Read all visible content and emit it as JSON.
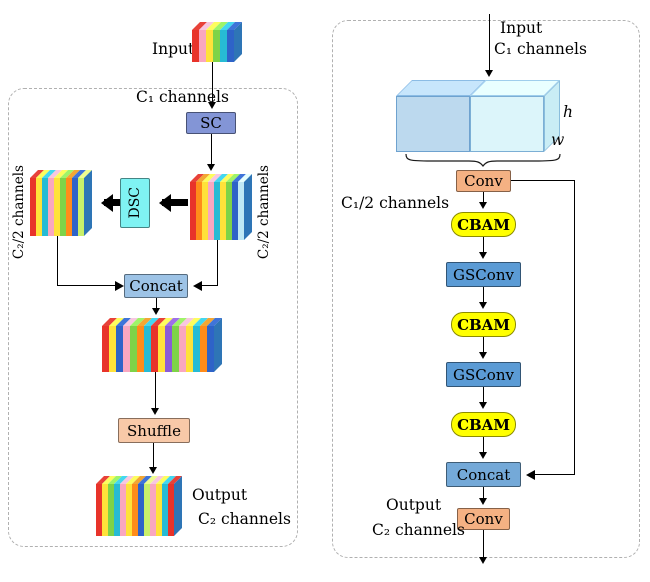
{
  "left": {
    "input_label": "Input",
    "c1_label": "C₁ channels",
    "sc_label": "SC",
    "dsc_label": "DSC",
    "left_branch_label": "C₂/2 channels",
    "right_branch_label": "C₂/2 channels",
    "concat_label": "Concat",
    "shuffle_label": "Shuffle",
    "output_label": "Output",
    "c2_label": "C₂ channels"
  },
  "right": {
    "input_label": "Input",
    "c1_label": "C₁ channels",
    "h_label": "h",
    "w_label": "w",
    "conv1_label": "Conv",
    "c1_half_label": "C₁/2 channels",
    "cbam_label": "CBAM",
    "gsconv_label": "GSConv",
    "concat_label": "Concat",
    "conv2_label": "Conv",
    "output_label": "Output",
    "c2_label": "C₂ channels"
  },
  "colors": {
    "sc_box": "#8395D6",
    "dsc_box": "#7FF3F3",
    "concat_left_box": "#9DC3E6",
    "shuffle_box": "#F8C9A8",
    "conv_box": "#F4B183",
    "cbam_box": "#FFFF00",
    "gsconv_box": "#5B9BD5",
    "concat_right_box": "#74A9D8",
    "cuboid_left": "#BCD9EE",
    "cuboid_right": "#DCF5FA",
    "cuboid_side": "#C9EDF5",
    "fmap_side": "#2E75B6"
  },
  "feature_maps": {
    "input": [
      "#E8332A",
      "#F9A7C0",
      "#FFE23A",
      "#7ED348",
      "#27BBD4",
      "#2E63C8"
    ],
    "branch_right": [
      "#E8332A",
      "#FF8C1A",
      "#FFE23A",
      "#F9A7C0",
      "#27BBD4",
      "#FFE23A",
      "#7ED348",
      "#2E63C8",
      "#BFE8F5"
    ],
    "branch_left": [
      "#E8332A",
      "#FFE23A",
      "#27BBD4",
      "#F9A7C0",
      "#FFE23A",
      "#7ED348",
      "#FF8C1A",
      "#2E63C8",
      "#C9F06A"
    ],
    "merged": [
      "#E8332A",
      "#FFE23A",
      "#2E63C8",
      "#F9A7C0",
      "#7ED348",
      "#FF8C1A",
      "#27BBD4",
      "#E8332A",
      "#FFE23A",
      "#8A5BD6",
      "#7ED348",
      "#F9A7C0",
      "#FFE23A",
      "#27BBD4",
      "#FF8C1A",
      "#2E63C8"
    ],
    "output": [
      "#E8332A",
      "#FFE23A",
      "#7ED348",
      "#27BBD4",
      "#F9A7C0",
      "#FFE23A",
      "#FF8C1A",
      "#2E63C8",
      "#C9F06A",
      "#F9A7C0",
      "#FFE23A",
      "#27BBD4",
      "#E8332A"
    ]
  }
}
